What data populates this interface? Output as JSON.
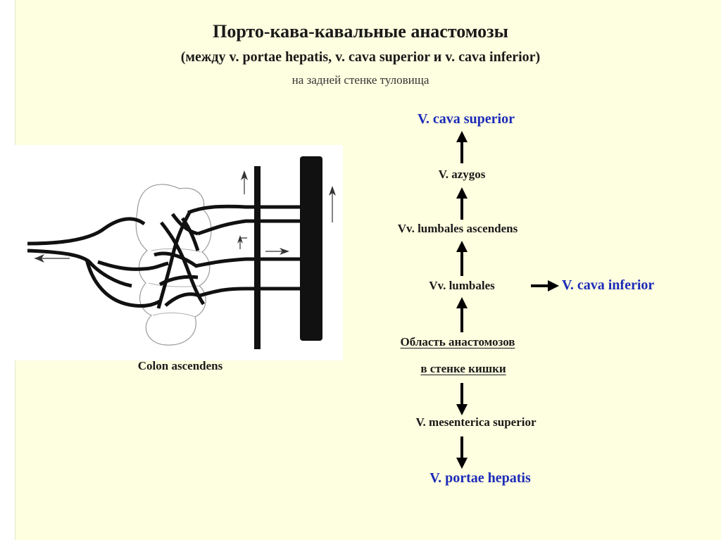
{
  "title": "Порто-кава-кавальные анастомозы",
  "subtitle": "(между v. portae hepatis, v. cava superior и v. cava inferior)",
  "note": "на задней стенке туловища",
  "figure_caption": "Colon ascendens",
  "flow": {
    "cava_superior": "V. cava superior",
    "azygos": "V. azygos",
    "lumbales_ascendens": "Vv. lumbales ascendens",
    "lumbales": "Vv. lumbales",
    "cava_inferior": "V. cava inferior",
    "region_line1": "Область анастомозов",
    "region_line2": "в стенке кишки",
    "mesenterica_superior": "V. mesenterica superior",
    "portae_hepatis": "V. portae hepatis"
  },
  "colors": {
    "slide_background": "#fefee0",
    "portal_caval_labels": "#1c2bb8",
    "text": "#1a1a1a",
    "drawing_background": "#ffffff"
  }
}
